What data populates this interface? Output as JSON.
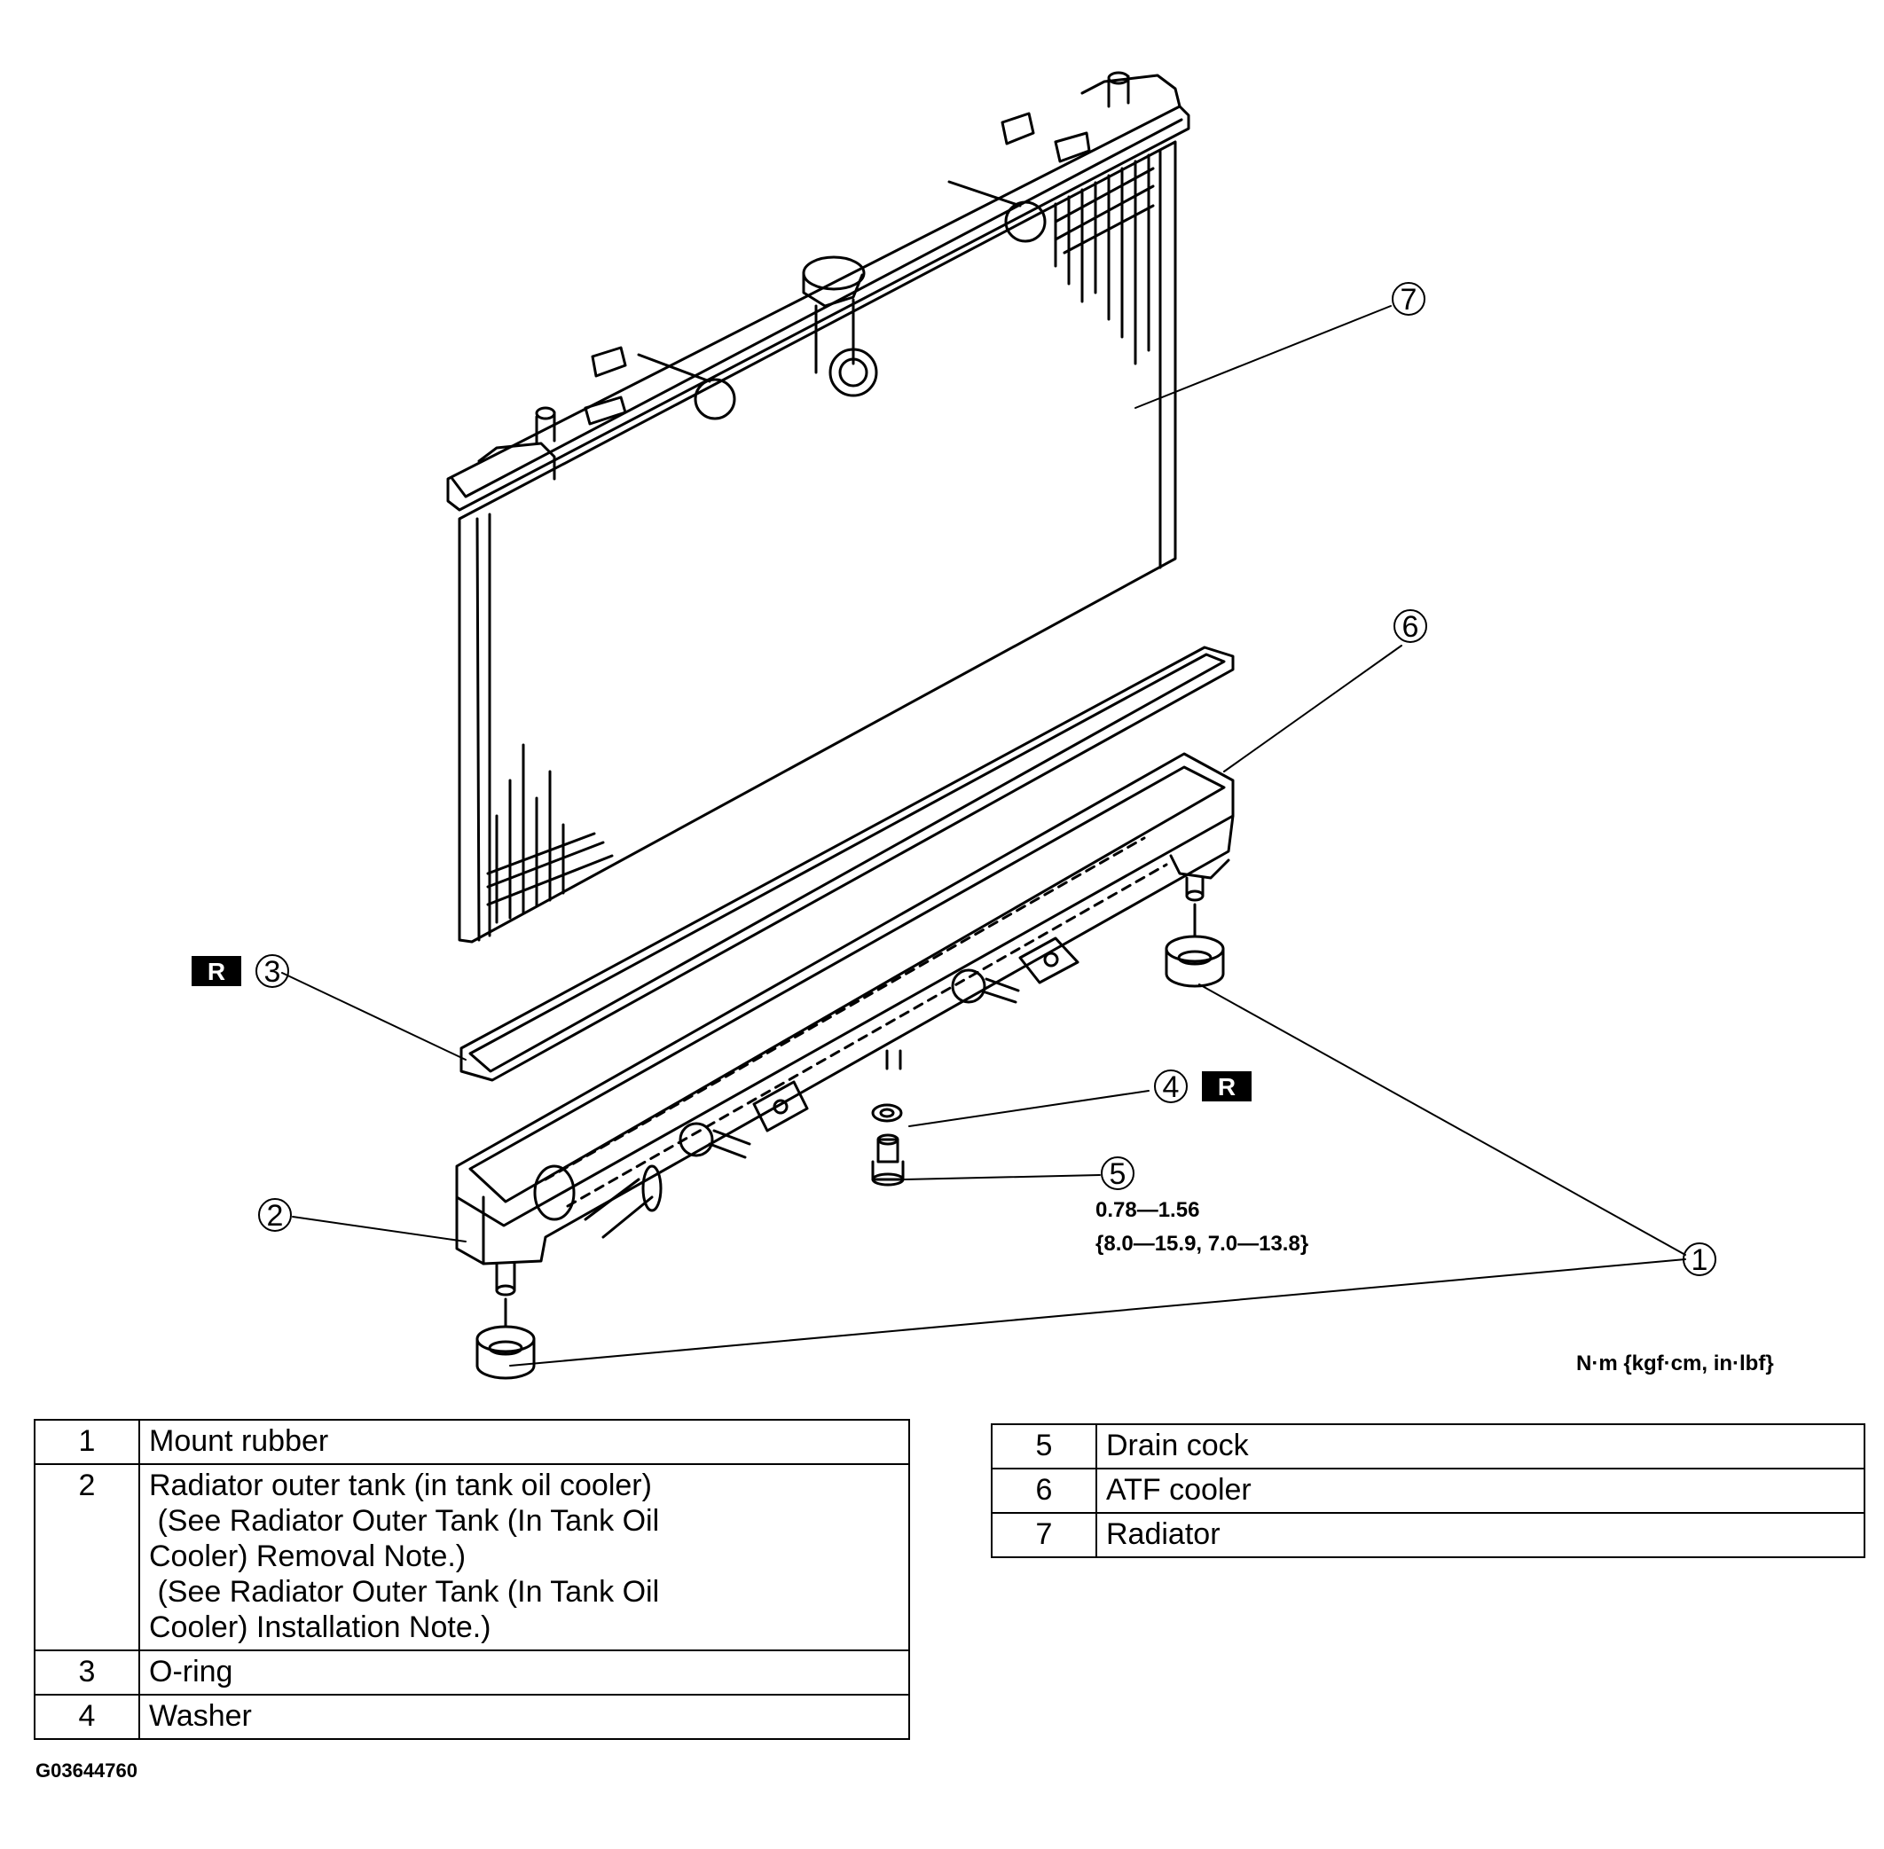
{
  "callouts": [
    "1",
    "2",
    "3",
    "4",
    "5",
    "6",
    "7"
  ],
  "replace_badge": "R",
  "torque": {
    "line1": "0.78—1.56",
    "line2": "{8.0—15.9, 7.0—13.8}"
  },
  "units_note": "N·m {kgf·cm, in·lbf}",
  "figure_id": "G03644760",
  "parts_left": [
    {
      "num": "1",
      "lines": [
        "Mount rubber"
      ]
    },
    {
      "num": "2",
      "lines": [
        "Radiator outer tank (in tank oil cooler)",
        " (See Radiator Outer Tank (In Tank Oil",
        "Cooler) Removal Note.)",
        " (See Radiator Outer Tank (In Tank Oil",
        "Cooler) Installation Note.)"
      ]
    },
    {
      "num": "3",
      "lines": [
        "O-ring"
      ]
    },
    {
      "num": "4",
      "lines": [
        "Washer"
      ]
    }
  ],
  "parts_right": [
    {
      "num": "5",
      "lines": [
        "Drain cock"
      ]
    },
    {
      "num": "6",
      "lines": [
        "ATF cooler"
      ]
    },
    {
      "num": "7",
      "lines": [
        "Radiator"
      ]
    }
  ]
}
